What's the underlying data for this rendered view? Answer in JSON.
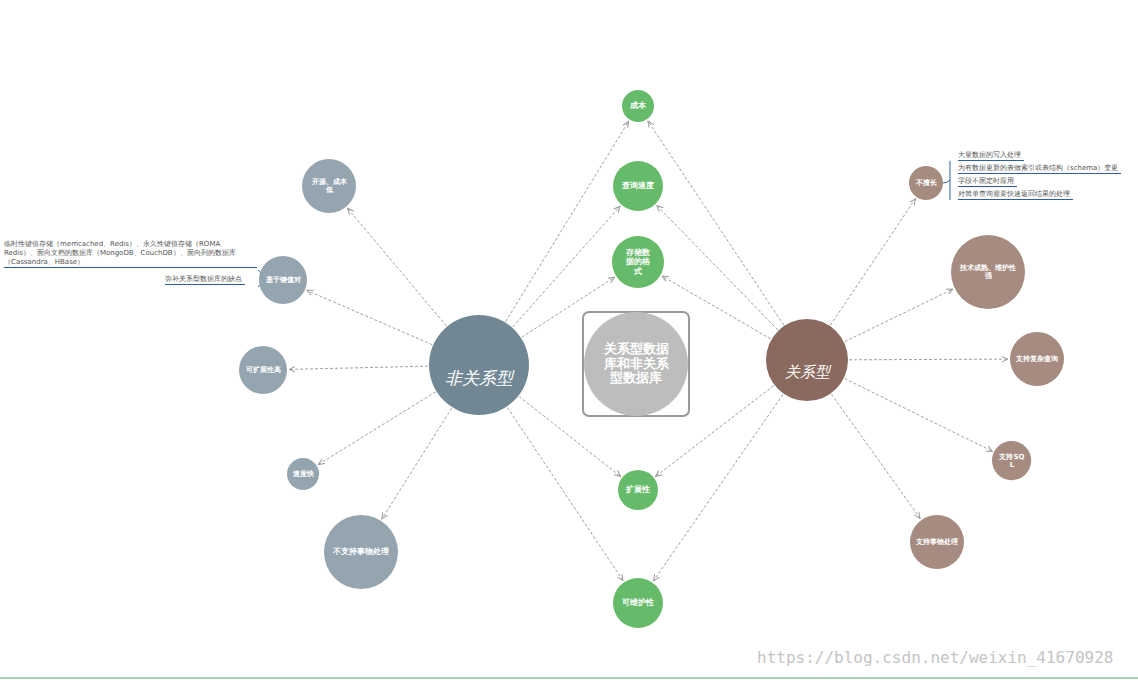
{
  "diagram": {
    "nodes": [
      {
        "text": [
          "关系型数据库和非关系型数据库"
        ]
      },
      {
        "text": [
          "非关系型"
        ]
      },
      {
        "text": [
          "关系型"
        ]
      },
      {
        "text": [
          "成本"
        ]
      },
      {
        "text": [
          "查询速度"
        ]
      },
      {
        "text": [
          "存储数据的格式"
        ]
      },
      {
        "text": [
          "扩展性"
        ]
      },
      {
        "text": [
          "可维护性"
        ]
      },
      {
        "text": [
          "开源、成本低"
        ]
      },
      {
        "text": [
          "基于键值对"
        ]
      },
      {
        "text": [
          "可扩展性高"
        ]
      },
      {
        "text": [
          "速度快"
        ]
      },
      {
        "text": [
          "不支持事物处理"
        ]
      },
      {
        "text": [
          "不擅长"
        ]
      },
      {
        "text": [
          "技术成熟、维护性强"
        ]
      },
      {
        "text": [
          "支持复杂查询"
        ]
      },
      {
        "text": [
          "支持SQL"
        ]
      },
      {
        "text": [
          "支持事物处理"
        ]
      }
    ],
    "edges": [
      {
        "from": 1,
        "to": 3,
        "arrow": "to"
      },
      {
        "from": 1,
        "to": 4,
        "arrow": "to"
      },
      {
        "from": 1,
        "to": 5,
        "arrow": "to"
      },
      {
        "from": 1,
        "to": 6,
        "arrow": "to"
      },
      {
        "from": 1,
        "to": 7,
        "arrow": "to"
      },
      {
        "from": 2,
        "to": 3,
        "arrow": "to"
      },
      {
        "from": 2,
        "to": 4,
        "arrow": "to"
      },
      {
        "from": 2,
        "to": 5,
        "arrow": "to"
      },
      {
        "from": 2,
        "to": 6,
        "arrow": "to"
      },
      {
        "from": 2,
        "to": 7,
        "arrow": "to"
      },
      {
        "from": 1,
        "to": 8,
        "arrow": "to"
      },
      {
        "from": 1,
        "to": 9,
        "arrow": "to"
      },
      {
        "from": 1,
        "to": 10,
        "arrow": "to"
      },
      {
        "from": 1,
        "to": 11,
        "arrow": "to"
      },
      {
        "from": 1,
        "to": 12,
        "arrow": "to"
      },
      {
        "from": 2,
        "to": 13,
        "arrow": "to"
      },
      {
        "from": 2,
        "to": 14,
        "arrow": "to"
      },
      {
        "from": 2,
        "to": 15,
        "arrow": "to"
      },
      {
        "from": 2,
        "to": 16,
        "arrow": "to"
      },
      {
        "from": 2,
        "to": 17,
        "arrow": "to"
      }
    ],
    "labels": [
      "大量数据的写入处理",
      "为有数据更新的表做索引或表结构（schema）变更",
      "字段不固定时应用",
      "对简单查询需要快速返回结果的处理",
      "临时性键值存储（memcached、Redis）、永久性键值存储（ROMA、Redis）、面向文档的数据库（MongoDB、CouchDB）、面向列的数据库（Cassandra、HBase）",
      "弥补关系型数据库的缺点",
      "https://blog.csdn.net/weixin_41670928"
    ]
  }
}
